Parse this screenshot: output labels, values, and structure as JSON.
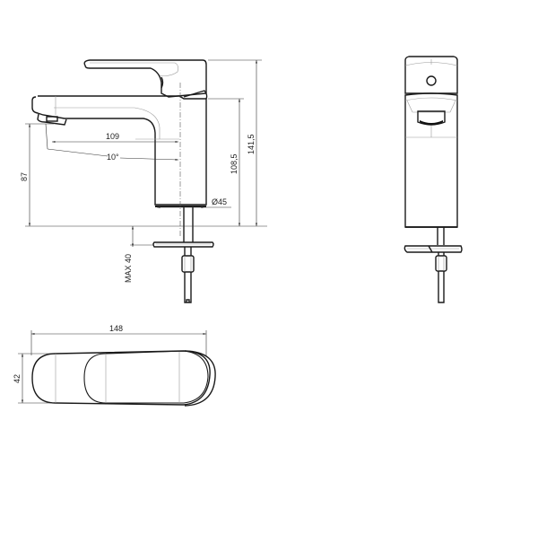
{
  "drawing": {
    "subject": "single-lever basin mixer faucet",
    "views": [
      "side-view",
      "front-view",
      "top-view"
    ],
    "colors": {
      "outline": "#1a1a1a",
      "dimension": "#333333",
      "background": "#ffffff"
    }
  },
  "side_view": {
    "dimensions": {
      "spout_reach": "109",
      "spout_angle": "10°",
      "spout_height": "87",
      "body_height": "108,5",
      "total_height": "141,5",
      "body_diameter": "Ø45",
      "max_countertop": "MAX 40"
    }
  },
  "top_view": {
    "dimensions": {
      "length": "148",
      "width": "42"
    }
  }
}
